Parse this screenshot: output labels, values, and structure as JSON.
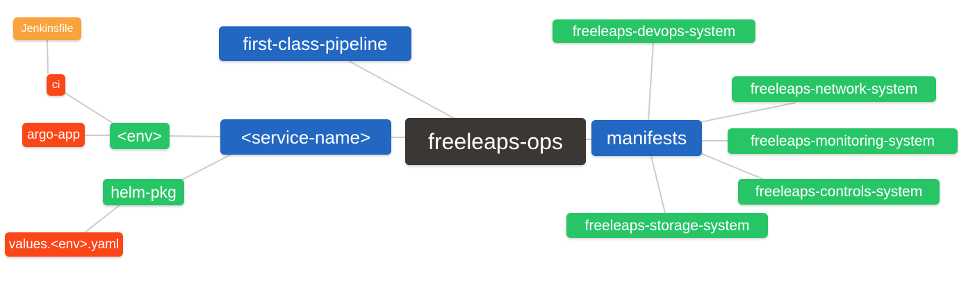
{
  "diagram": {
    "type": "mindmap",
    "root_label": "freeleaps-ops",
    "palette": {
      "blue": "#2267c2",
      "green": "#28c567",
      "red": "#fb4617",
      "orange": "#f8a33c",
      "dark": "#3b3735",
      "edge": "#cccccc",
      "text": "#ffffff",
      "background": "#ffffff"
    },
    "nodes": {
      "jenkinsfile": {
        "label": "Jenkinsfile",
        "color": "orange"
      },
      "ci": {
        "label": "ci",
        "color": "red"
      },
      "argo_app": {
        "label": "argo-app",
        "color": "red"
      },
      "env": {
        "label": "<env>",
        "color": "green"
      },
      "helm_pkg": {
        "label": "helm-pkg",
        "color": "green"
      },
      "values_env_yaml": {
        "label": "values.<env>.yaml",
        "color": "red"
      },
      "first_class_pipeline": {
        "label": "first-class-pipeline",
        "color": "blue"
      },
      "service_name": {
        "label": "<service-name>",
        "color": "blue"
      },
      "freeleaps_ops": {
        "label": "freeleaps-ops",
        "color": "dark"
      },
      "manifests": {
        "label": "manifests",
        "color": "blue"
      },
      "devops_system": {
        "label": "freeleaps-devops-system",
        "color": "green"
      },
      "network_system": {
        "label": "freeleaps-network-system",
        "color": "green"
      },
      "monitoring_system": {
        "label": "freeleaps-monitoring-system",
        "color": "green"
      },
      "controls_system": {
        "label": "freeleaps-controls-system",
        "color": "green"
      },
      "storage_system": {
        "label": "freeleaps-storage-system",
        "color": "green"
      }
    },
    "edges": [
      {
        "from": "jenkinsfile",
        "to": "ci"
      },
      {
        "from": "ci",
        "to": "env"
      },
      {
        "from": "argo_app",
        "to": "env"
      },
      {
        "from": "env",
        "to": "service_name"
      },
      {
        "from": "service_name",
        "to": "helm_pkg"
      },
      {
        "from": "helm_pkg",
        "to": "values_env_yaml"
      },
      {
        "from": "first_class_pipeline",
        "to": "freeleaps_ops"
      },
      {
        "from": "service_name",
        "to": "freeleaps_ops"
      },
      {
        "from": "freeleaps_ops",
        "to": "manifests"
      },
      {
        "from": "devops_system",
        "to": "manifests"
      },
      {
        "from": "manifests",
        "to": "network_system"
      },
      {
        "from": "manifests",
        "to": "monitoring_system"
      },
      {
        "from": "manifests",
        "to": "controls_system"
      },
      {
        "from": "manifests",
        "to": "storage_system"
      }
    ]
  }
}
